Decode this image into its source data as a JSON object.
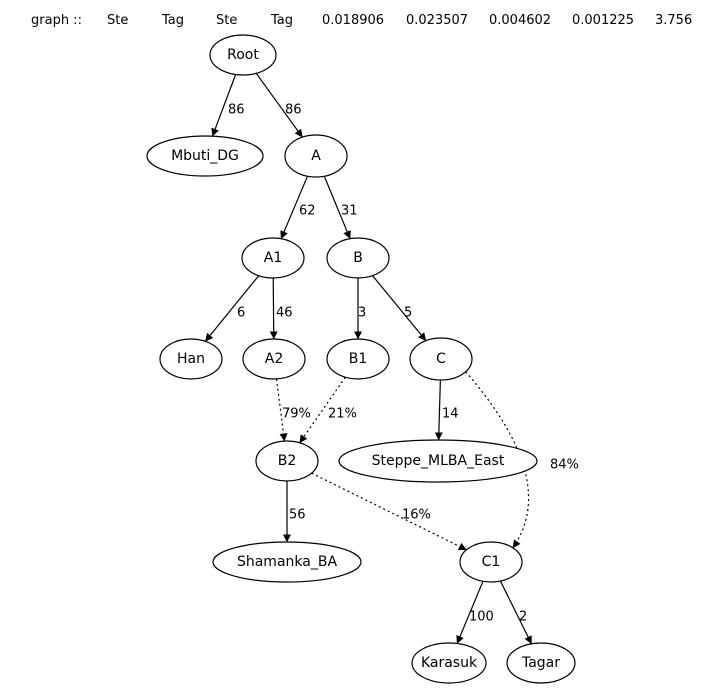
{
  "header": {
    "items": [
      "graph ::",
      "Ste",
      "Tag",
      "Ste",
      "Tag",
      "0.018906",
      "0.023507",
      "0.004602",
      "0.001225",
      "3.756"
    ]
  },
  "graph": {
    "nodes": [
      {
        "id": "Root",
        "label": "Root"
      },
      {
        "id": "Mbuti_DG",
        "label": "Mbuti_DG"
      },
      {
        "id": "A",
        "label": "A"
      },
      {
        "id": "A1",
        "label": "A1"
      },
      {
        "id": "B",
        "label": "B"
      },
      {
        "id": "Han",
        "label": "Han"
      },
      {
        "id": "A2",
        "label": "A2"
      },
      {
        "id": "B1",
        "label": "B1"
      },
      {
        "id": "C",
        "label": "C"
      },
      {
        "id": "B2",
        "label": "B2"
      },
      {
        "id": "Steppe_MLBA_East",
        "label": "Steppe_MLBA_East"
      },
      {
        "id": "Shamanka_BA",
        "label": "Shamanka_BA"
      },
      {
        "id": "C1",
        "label": "C1"
      },
      {
        "id": "Karasuk",
        "label": "Karasuk"
      },
      {
        "id": "Tagar",
        "label": "Tagar"
      }
    ],
    "edges": [
      {
        "from": "Root",
        "to": "Mbuti_DG",
        "label": "86",
        "style": "solid"
      },
      {
        "from": "Root",
        "to": "A",
        "label": "86",
        "style": "solid"
      },
      {
        "from": "A",
        "to": "A1",
        "label": "62",
        "style": "solid"
      },
      {
        "from": "A",
        "to": "B",
        "label": "31",
        "style": "solid"
      },
      {
        "from": "A1",
        "to": "Han",
        "label": "6",
        "style": "solid"
      },
      {
        "from": "A1",
        "to": "A2",
        "label": "46",
        "style": "solid"
      },
      {
        "from": "B",
        "to": "B1",
        "label": "3",
        "style": "solid"
      },
      {
        "from": "B",
        "to": "C",
        "label": "5",
        "style": "solid"
      },
      {
        "from": "A2",
        "to": "B2",
        "label": "79%",
        "style": "dotted"
      },
      {
        "from": "B1",
        "to": "B2",
        "label": "21%",
        "style": "dotted"
      },
      {
        "from": "C",
        "to": "Steppe_MLBA_East",
        "label": "14",
        "style": "solid"
      },
      {
        "from": "C",
        "to": "C1",
        "label": "84%",
        "style": "dotted"
      },
      {
        "from": "B2",
        "to": "Shamanka_BA",
        "label": "56",
        "style": "solid"
      },
      {
        "from": "B2",
        "to": "C1",
        "label": "16%",
        "style": "dotted"
      },
      {
        "from": "C1",
        "to": "Karasuk",
        "label": "100",
        "style": "solid"
      },
      {
        "from": "C1",
        "to": "Tagar",
        "label": "2",
        "style": "solid"
      }
    ]
  }
}
